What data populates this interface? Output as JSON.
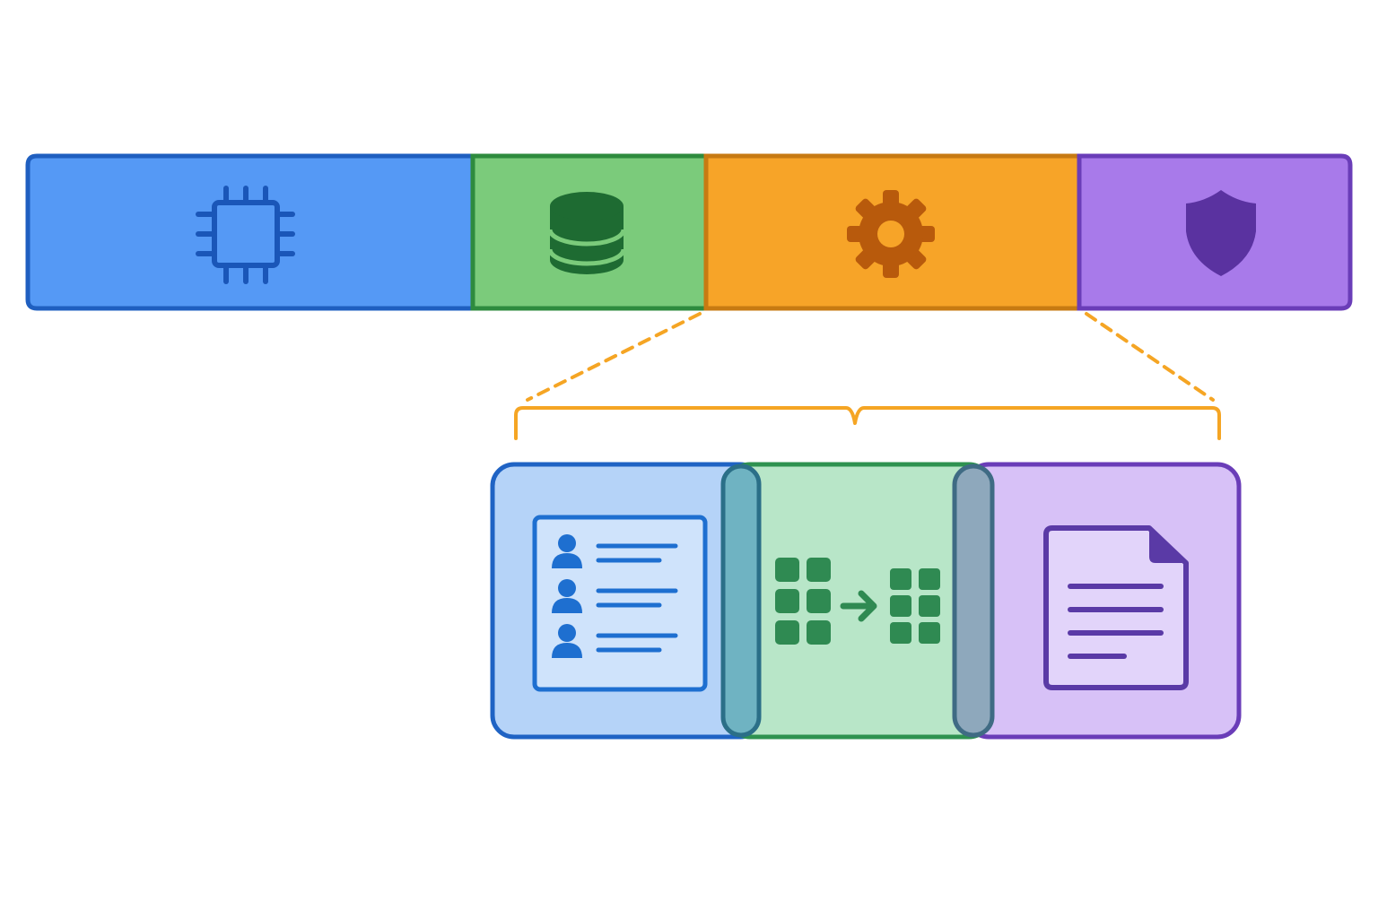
{
  "layers": [
    {
      "id": "hardware",
      "icon": "cpu-chip-icon",
      "fill": "#5599F5",
      "stroke": "#1F5FC0",
      "icon_color": "#1A56B8"
    },
    {
      "id": "storage",
      "icon": "database-icon",
      "fill": "#7BCB7B",
      "stroke": "#2E8B3E",
      "icon_color": "#1E6B32"
    },
    {
      "id": "processing",
      "icon": "gear-icon",
      "fill": "#F7A428",
      "stroke": "#C77A12",
      "icon_color": "#B85A0C"
    },
    {
      "id": "security",
      "icon": "shield-icon",
      "fill": "#A87AEA",
      "stroke": "#6A3DB8",
      "icon_color": "#5A32A0"
    }
  ],
  "detail": {
    "callout_color": "#F5A524",
    "stages": [
      {
        "id": "records",
        "icon": "user-records-icon",
        "fill": "#B5D3F8",
        "stroke": "#1F63C4",
        "icon_color": "#1E6FD0"
      },
      {
        "id": "transform",
        "icon": "grid-transform-icon",
        "fill": "#B8E6C8",
        "stroke": "#2E9250",
        "icon_color": "#2F8A52"
      },
      {
        "id": "document",
        "icon": "document-icon",
        "fill": "#D7C1F7",
        "stroke": "#6A3DB8",
        "icon_color": "#5A3AA6"
      }
    ],
    "connectors": [
      {
        "fill": "#6FB3C2",
        "stroke": "#2B6F88"
      },
      {
        "fill": "#8EA8BC",
        "stroke": "#3F6B84"
      }
    ]
  }
}
